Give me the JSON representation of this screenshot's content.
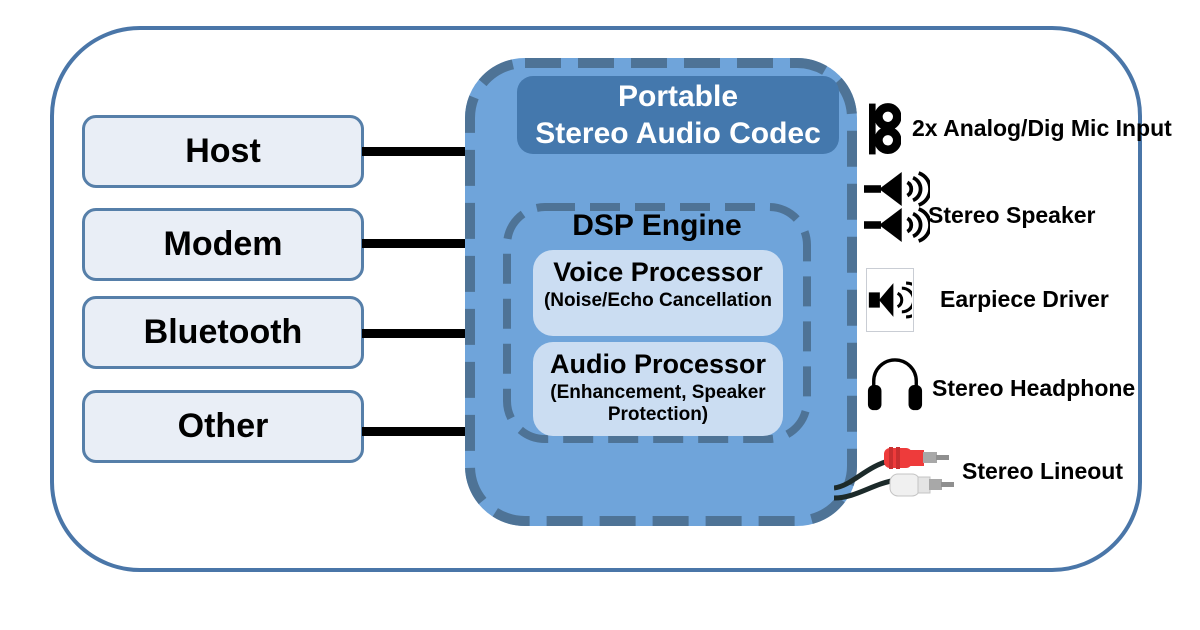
{
  "diagram": {
    "colors": {
      "outer_border": "#4A76A8",
      "codec_fill": "#6FA4DA",
      "dash_border": "#4E7396",
      "header_fill": "#4478AD",
      "processor_fill": "#CBDDF2",
      "source_fill": "#E9EEF6",
      "source_border": "#567FA9",
      "connector": "#000000",
      "rca_red": "#EE3B3B",
      "rca_white": "#F0F0F0"
    },
    "sources": [
      {
        "label": "Host"
      },
      {
        "label": "Modem"
      },
      {
        "label": "Bluetooth"
      },
      {
        "label": "Other"
      }
    ],
    "codec": {
      "title_line1": "Portable",
      "title_line2": "Stereo Audio Codec",
      "dsp": {
        "title": "DSP Engine",
        "blocks": [
          {
            "title": "Voice Processor",
            "subtitle": "(Noise/Echo Cancellation"
          },
          {
            "title": "Audio Processor",
            "subtitle": "(Enhancement, Speaker Protection)"
          }
        ]
      }
    },
    "outputs": [
      {
        "icon": "microphone-icon",
        "label": "2x Analog/Dig Mic Input"
      },
      {
        "icon": "stereo-speaker-icon",
        "label": "Stereo Speaker"
      },
      {
        "icon": "earpiece-speaker-icon",
        "label": "Earpiece Driver"
      },
      {
        "icon": "headphone-icon",
        "label": "Stereo Headphone"
      },
      {
        "icon": "rca-cable-icon",
        "label": "Stereo Lineout"
      }
    ]
  }
}
